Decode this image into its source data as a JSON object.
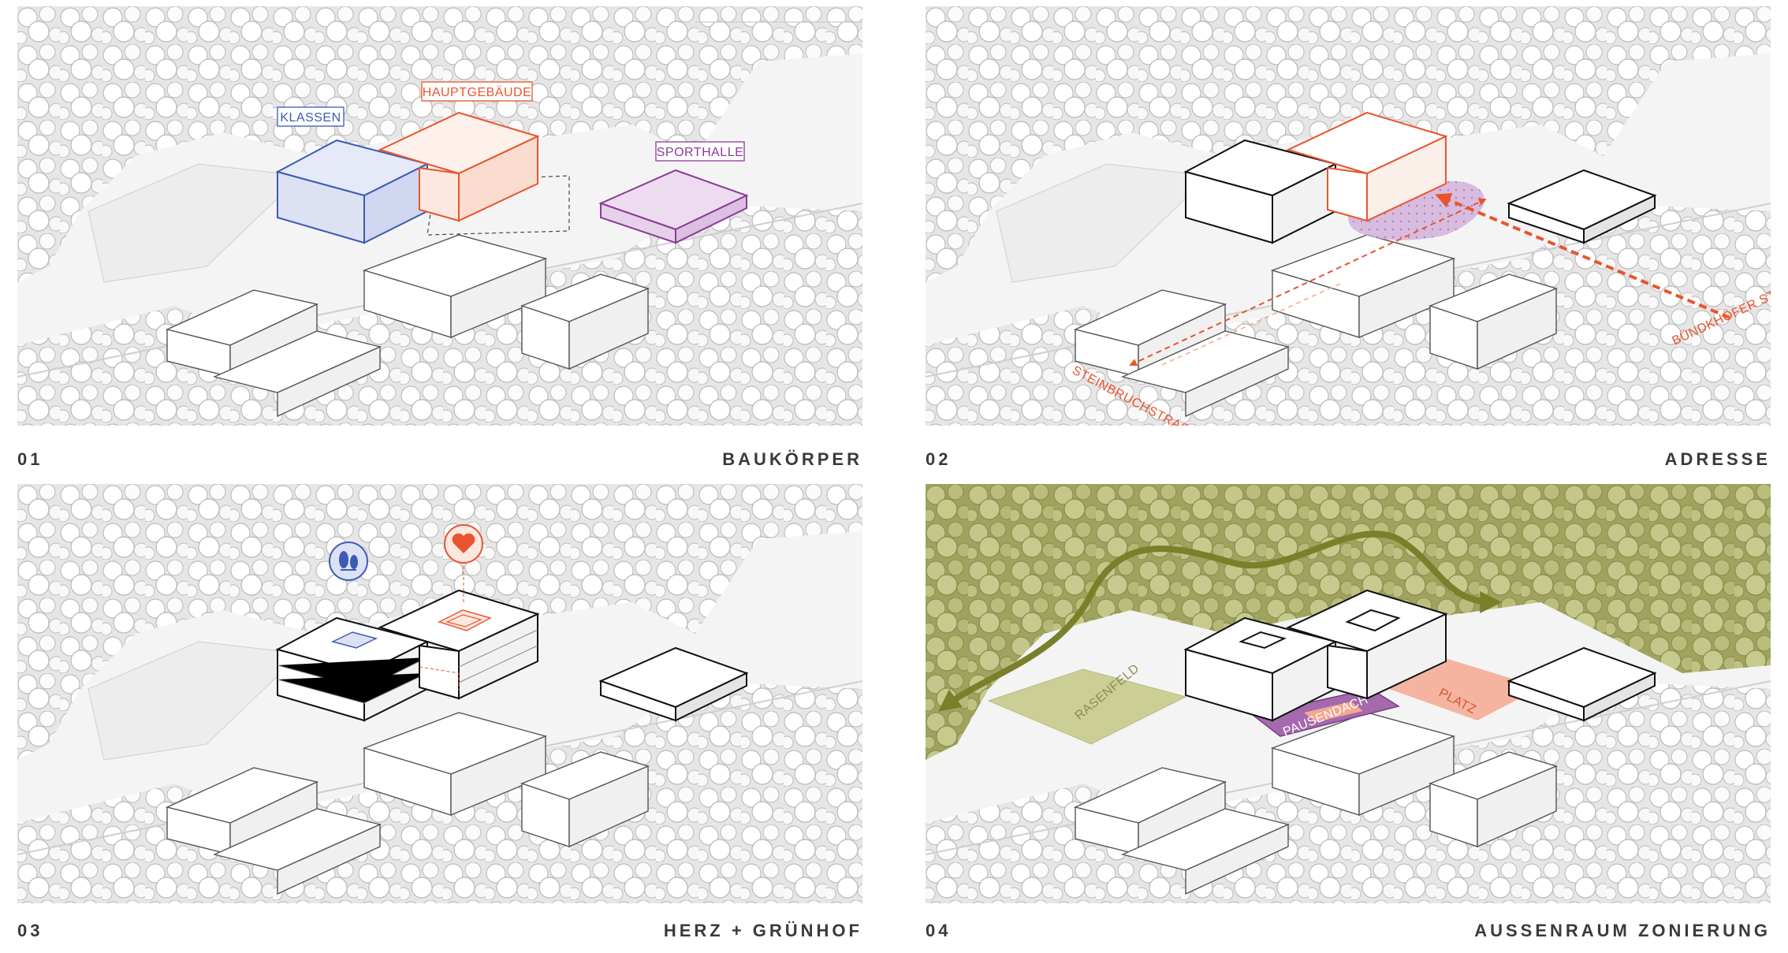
{
  "panels": [
    {
      "number": "01",
      "title": "BAUKÖRPER",
      "labels": {
        "klassen": "KLASSEN",
        "haupt": "HAUPTGEBÄUDE",
        "sport": "SPORTHALLE"
      }
    },
    {
      "number": "02",
      "title": "ADRESSE",
      "labels": {
        "street_left": "STEINBRUCHSTRASSE",
        "street_right": "BÜNDKHÖFER STR."
      }
    },
    {
      "number": "03",
      "title": "HERZ + GRÜNHOF",
      "labels": {}
    },
    {
      "number": "04",
      "title": "AUSSENRAUM ZONIERUNG",
      "labels": {
        "rasenfeld": "RASENFELD",
        "pausendach": "PAUSENDACH",
        "platz": "PLATZ"
      }
    }
  ],
  "colors": {
    "klassen": "#3b5bb5",
    "klassen_fill": "#dde1f4",
    "haupt": "#e8552e",
    "haupt_fill": "#fde8e0",
    "sport": "#8a3c96",
    "sport_fill": "#e6d0ea",
    "forest_green": "#b7ba78",
    "arrow_green": "#7a7f2a",
    "rasen": "#cccf95",
    "pausendach": "#a46aad",
    "platz": "#f3a890"
  },
  "icons": {
    "tree": "tree-icon",
    "heart": "heart-icon"
  }
}
